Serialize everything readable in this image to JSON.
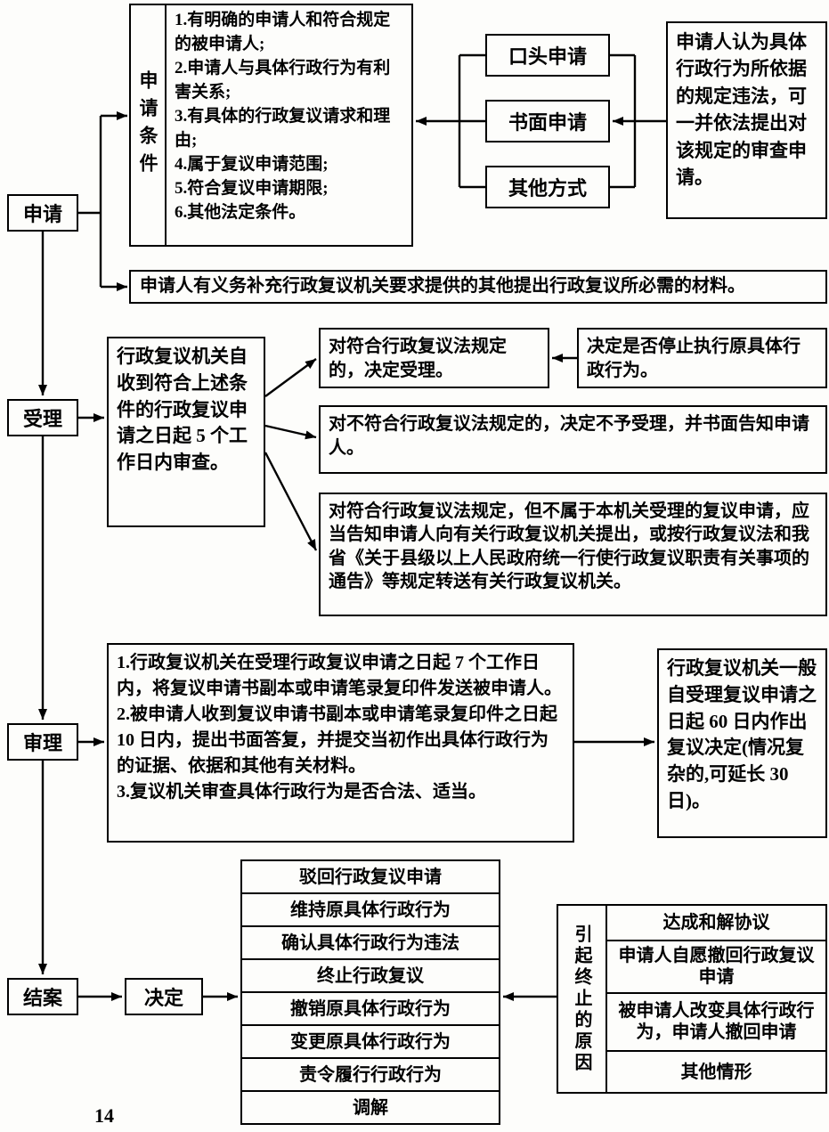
{
  "page": {
    "number": "14"
  },
  "stages": {
    "apply": "申请",
    "accept": "受理",
    "review": "审理",
    "close": "结案"
  },
  "apply": {
    "conditions_label": "申请条件",
    "conditions": [
      "1.有明确的申请人和符合规定的被申请人;",
      "2.申请人与具体行政行为有利害关系;",
      "3.有具体的行政复议请求和理由;",
      "4.属于复议申请范围;",
      "5.符合复议申请期限;",
      "6.其他法定条件。"
    ],
    "methods": [
      "口头申请",
      "书面申请",
      "其他方式"
    ],
    "regulation_note": "申请人认为具体行政行为所依据的规定违法，可一并依法提出对该规定的审查申请。",
    "supplement_note": "申请人有义务补充行政复议机关要求提供的其他提出行政复议所必需的材料。"
  },
  "accept": {
    "period": "行政复议机关自收到符合上述条件的行政复议申请之日起 5 个工作日内审查。",
    "accept_ok": "对符合行政复议法规定的，决定受理。",
    "suspend": "决定是否停止执行原具体行政行为。",
    "reject": "对不符合行政复议法规定的，决定不予受理，并书面告知申请人。",
    "transfer": "对符合行政复议法规定，但不属于本机关受理的复议申请，应当告知申请人向有关行政复议机关提出，或按行政复议法和我省《关于县级以上人民政府统一行使行政复议职责有关事项的通告》等规定转送有关行政复议机关。"
  },
  "review": {
    "steps": [
      "1.行政复议机关在受理行政复议申请之日起 7 个工作日内，将复议申请书副本或申请笔录复印件发送被申请人。",
      "2.被申请人收到复议申请书副本或申请笔录复印件之日起 10 日内，提出书面答复，并提交当初作出具体行政行为的证据、依据和其他有关材料。",
      "3.复议机关审查具体行政行为是否合法、适当。"
    ],
    "decision_period": "行政复议机关一般自受理复议申请之日起 60 日内作出复议决定(情况复杂的,可延长 30 日)。"
  },
  "close": {
    "decision": "决定",
    "outcomes": [
      "驳回行政复议申请",
      "维持原具体行政行为",
      "确认具体行政行为违法",
      "终止行政复议",
      "撤销原具体行政行为",
      "变更原具体行政行为",
      "责令履行行政行为",
      "调解"
    ],
    "termination_label": "引起终止的原因",
    "termination_reasons": [
      "达成和解协议",
      "申请人自愿撤回行政复议申请",
      "被申请人改变具体行政行为，申请人撤回申请",
      "其他情形"
    ]
  }
}
